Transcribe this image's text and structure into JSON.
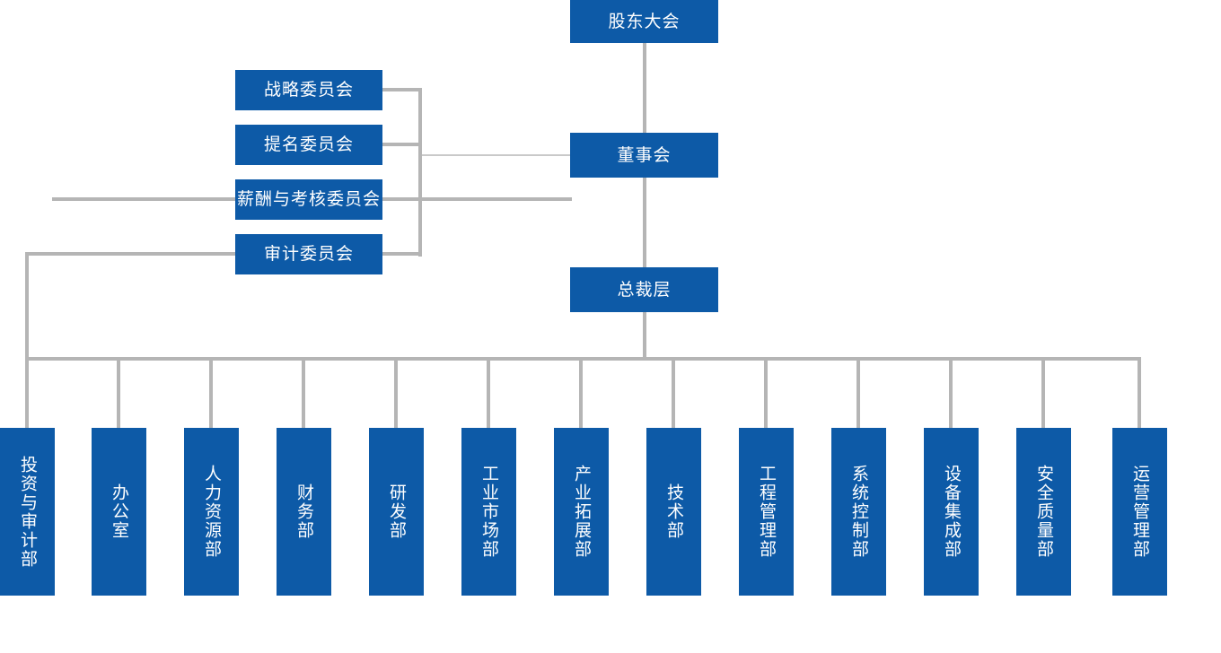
{
  "colors": {
    "page_bg": "#FFFFFF",
    "node_blue": "#0D5AA7",
    "node_text": "#FFFFFF",
    "connector_gray": "#B5B5B5",
    "connector_light": "#C9C9C9"
  },
  "org": {
    "shareholders": {
      "label": "股东大会"
    },
    "board": {
      "label": "董事会"
    },
    "president": {
      "label": "总裁层"
    },
    "committees": [
      {
        "label": "战略委员会"
      },
      {
        "label": "提名委员会"
      },
      {
        "label": "薪酬与考核委员会"
      },
      {
        "label": "审计委员会"
      }
    ],
    "departments": [
      {
        "label": "投资与审计部"
      },
      {
        "label": "办公室"
      },
      {
        "label": "人力资源部"
      },
      {
        "label": "财务部"
      },
      {
        "label": "研发部"
      },
      {
        "label": "工业市场部"
      },
      {
        "label": "产业拓展部"
      },
      {
        "label": "技术部"
      },
      {
        "label": "工程管理部"
      },
      {
        "label": "系统控制部"
      },
      {
        "label": "设备集成部"
      },
      {
        "label": "安全质量部"
      },
      {
        "label": "运营管理部"
      }
    ]
  }
}
